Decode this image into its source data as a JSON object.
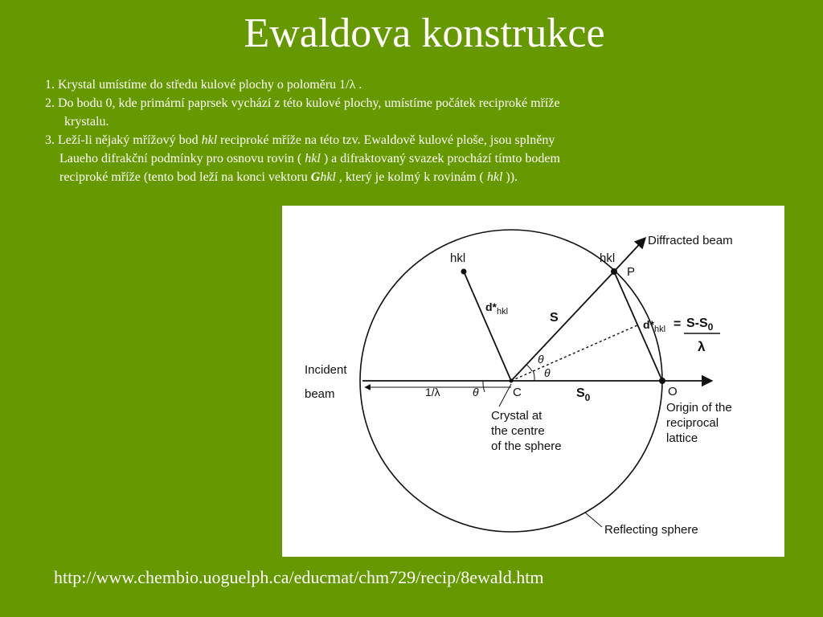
{
  "title": "Ewaldova konstrukce",
  "steps": {
    "step1": "1. Krystal umístíme do středu kulové plochy o poloměru 1/λ .",
    "step2_a": "2. Do bodu 0, kde primární paprsek vychází z této kulové plochy, umístíme počátek reciproké mříže",
    "step2_b": "krystalu.",
    "step3_a": "3. Leží-li nějaký mřížový bod ",
    "step3_hkl1": "hkl",
    "step3_b": " reciproké mříže na této tzv. Ewaldově kulové ploše, jsou splněny",
    "step3_c": "Laueho difrakční podmínky pro osnovu rovin ( ",
    "step3_hkl2": "hkl",
    "step3_d": " ) a difraktovaný svazek prochází tímto bodem",
    "step3_e": "reciproké mříže (tento bod leží na konci vektoru ",
    "step3_G": "G",
    "step3_hkl3": "hkl",
    "step3_f": " , který je kolmý k rovinám ( ",
    "step3_hkl4": "hkl",
    "step3_g": " ))."
  },
  "diagram": {
    "diffracted_beam": "Diffracted beam",
    "hkl_left": "hkl",
    "hkl_right": "hkl",
    "point_p": "P",
    "d_star": "d*",
    "d_star_sub": "hkl",
    "s_label": "S",
    "equals": "=",
    "s_minus_s0": "S-S",
    "s_minus_s0_sub": "0",
    "lambda_denominator": "λ",
    "theta_upper": "θ",
    "theta_lower": "θ",
    "theta_left": "θ",
    "incident_line1": "Incident",
    "incident_line2": "beam",
    "one_over_lambda": "1/λ",
    "point_c": "C",
    "s0_label": "S",
    "s0_sub": "0",
    "point_o": "O",
    "origin_line1": "Origin of the",
    "origin_line2": "reciprocal",
    "origin_line3": "lattice",
    "crystal_line1": "Crystal at",
    "crystal_line2": "the centre",
    "crystal_line3": "of the sphere",
    "reflecting_sphere": "Reflecting sphere"
  },
  "source_url": "http://www.chembio.uoguelph.ca/educmat/chm729/recip/8ewald.htm",
  "colors": {
    "background": "#669900",
    "panel": "#ffffff",
    "text": "#ffffff",
    "ink": "#111111"
  }
}
